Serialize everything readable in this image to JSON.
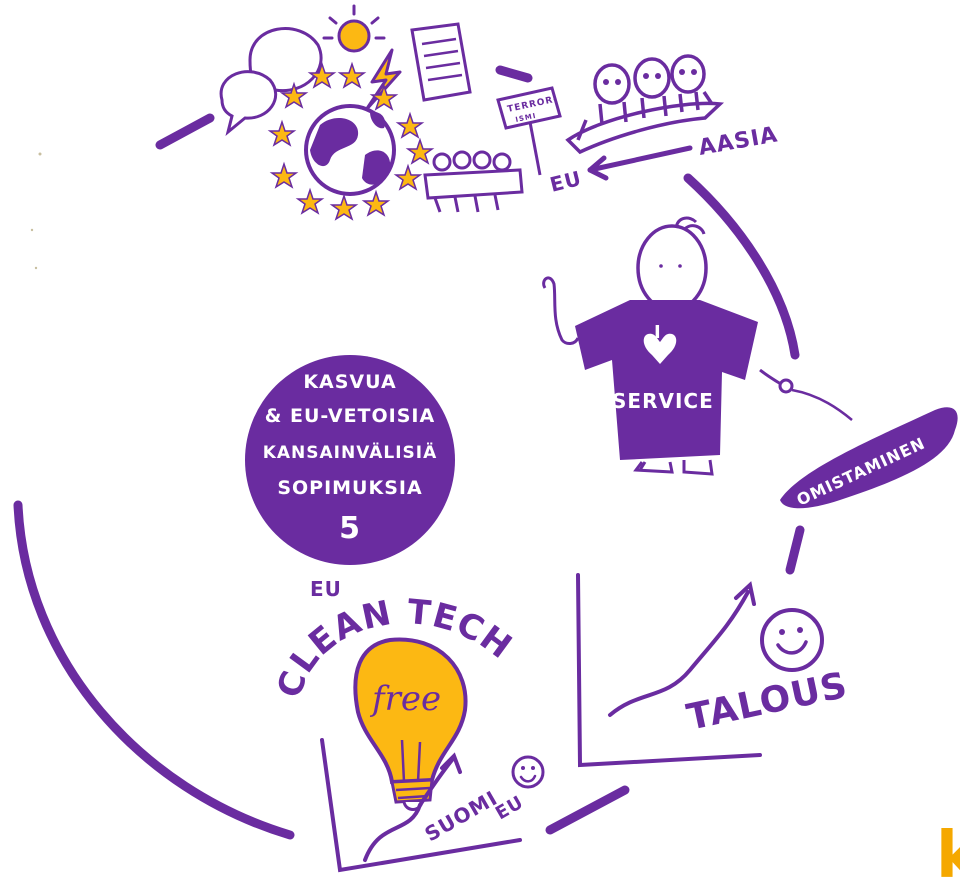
{
  "colors": {
    "purple": "#6a2ca0",
    "yellow": "#fcb813",
    "orange": "#f5a800",
    "white": "#ffffff"
  },
  "labels": {
    "aasia": "AASIA",
    "eu_arrow": "EU",
    "terror_line1": "TERROR-",
    "terror_line2": "ISMI",
    "service": "SERVICE",
    "shirt_i": "I",
    "omistaminen": "OMISTAMINEN",
    "talous": "TALOUS",
    "circle_line1": "KASVUA",
    "circle_line2": "& EU-VETOISIA",
    "circle_line3": "KANSAINVÄLISIÄ",
    "circle_line4": "SOPIMUKSIA",
    "circle_number": "5",
    "eu_small": "EU",
    "clean_tech": "CLEAN TECH",
    "bulb_text": "free",
    "suomi": "SUOMI",
    "suomi_eu": "EU",
    "corner_letter": "k"
  },
  "icons": [
    "speech-bubbles-icon",
    "sun-icon",
    "lightning-icon",
    "document-icon",
    "globe-icon",
    "eu-stars-icon",
    "people-table-icon",
    "protest-sign-icon",
    "boat-people-icon",
    "stick-person-icon",
    "heart-icon",
    "smiley-icon",
    "lightbulb-icon",
    "growth-chart-icon"
  ]
}
